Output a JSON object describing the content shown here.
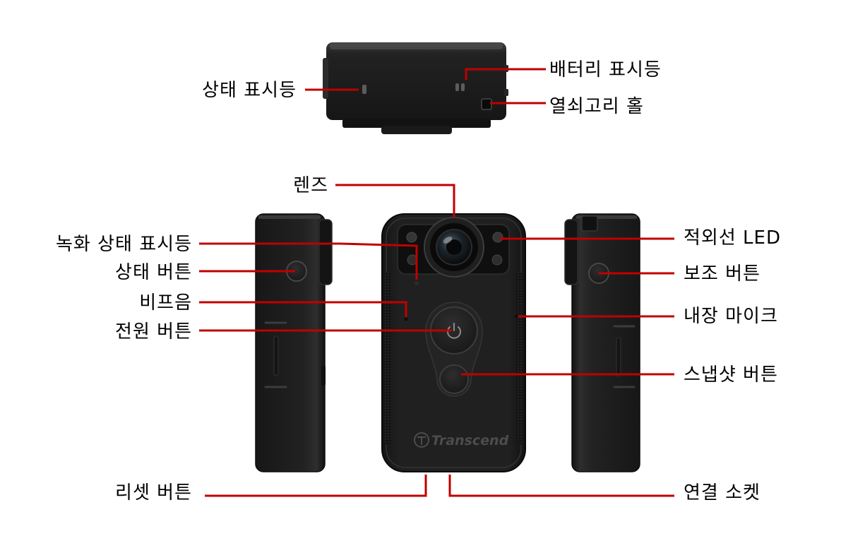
{
  "labels": {
    "status_indicator": "상태 표시등",
    "battery_indicator": "배터리 표시등",
    "keyring_hole": "열쇠고리 홀",
    "lens": "렌즈",
    "recording_status_indicator": "녹화 상태 표시등",
    "status_button": "상태 버튼",
    "beeper": "비프음",
    "power_button": "전원 버튼",
    "reset_button": "리셋 버튼",
    "infrared_led": "적외선 LED",
    "aux_button": "보조 버튼",
    "built_in_mic": "내장 마이크",
    "snapshot_button": "스냅샷 버튼",
    "connection_socket": "연결 소켓"
  },
  "brand": {
    "logo_text": "Transcend"
  },
  "colors": {
    "callout_line": "#c00000",
    "label_text": "#000000",
    "device_body": "#1a1a1a"
  },
  "icons": {
    "power": "power-icon",
    "brand_logo": "transcend-logo-icon"
  }
}
